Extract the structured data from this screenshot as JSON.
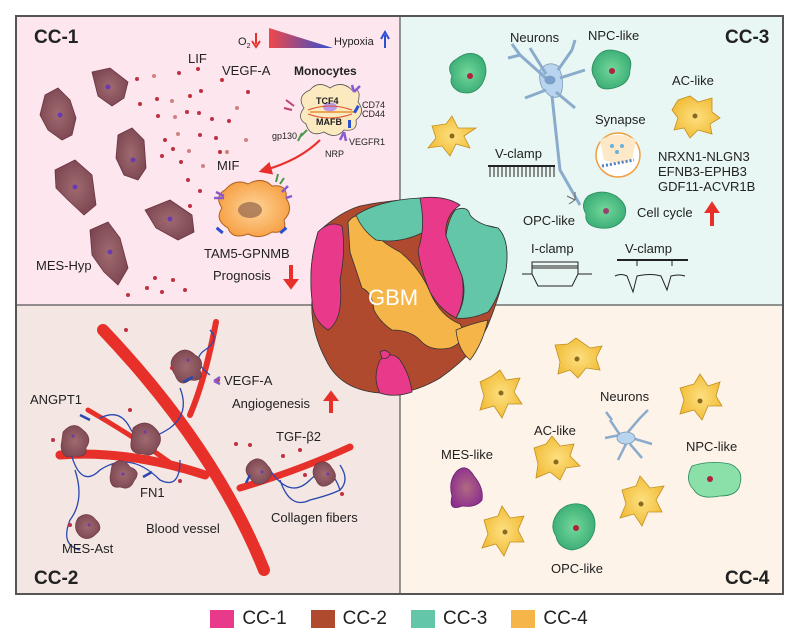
{
  "figure": {
    "center_label": "GBM",
    "colors": {
      "cc1": "#e8398a",
      "cc2": "#b04a2e",
      "cc3": "#63c6a8",
      "cc4": "#f6b549",
      "cc1_bg": "#fde6ee",
      "cc2_bg": "#f4e6e2",
      "cc3_bg": "#e8f7f3",
      "cc4_bg": "#fdf3e8",
      "border": "#555555",
      "arrow_red": "#e8302a",
      "hypoxia_blue": "#2b4fd1"
    }
  },
  "panels": {
    "cc1": {
      "title": "CC-1",
      "o2_label": "O",
      "o2_sub": "2",
      "hypoxia_label": "Hypoxia",
      "lif": "LIF",
      "vegfa": "VEGF-A",
      "monocytes": "Monocytes",
      "tcf4": "TCF4",
      "mafb": "MAFB",
      "cd74": "CD74",
      "cd44": "CD44",
      "gp130": "gp130",
      "vegfr1": "VEGFR1",
      "nrp": "NRP",
      "mif": "MIF",
      "mes_hyp": "MES-Hyp",
      "tam": "TAM5-GPNMB",
      "prognosis": "Prognosis"
    },
    "cc2": {
      "title": "CC-2",
      "angpt1": "ANGPT1",
      "vegfa": "VEGF-A",
      "angiogenesis": "Angiogenesis",
      "tgfb2": "TGF-β2",
      "fn1": "FN1",
      "blood_vessel": "Blood vessel",
      "collagen": "Collagen fibers",
      "mes_ast": "MES-Ast"
    },
    "cc3": {
      "title": "CC-3",
      "neurons": "Neurons",
      "npc_like": "NPC-like",
      "ac_like": "AC-like",
      "synapse": "Synapse",
      "vclamp1": "V-clamp",
      "pairs": [
        "NRXN1-NLGN3",
        "EFNB3-EPHB3",
        "GDF11-ACVR1B"
      ],
      "opc_like": "OPC-like",
      "cell_cycle": "Cell cycle",
      "iclamp": "I-clamp",
      "vclamp2": "V-clamp"
    },
    "cc4": {
      "title": "CC-4",
      "neurons": "Neurons",
      "ac_like": "AC-like",
      "mes_like": "MES-like",
      "npc_like": "NPC-like",
      "opc_like": "OPC-like"
    }
  },
  "legend": [
    {
      "label": "CC-1",
      "color": "#e8398a"
    },
    {
      "label": "CC-2",
      "color": "#b04a2e"
    },
    {
      "label": "CC-3",
      "color": "#63c6a8"
    },
    {
      "label": "CC-4",
      "color": "#f6b549"
    }
  ]
}
